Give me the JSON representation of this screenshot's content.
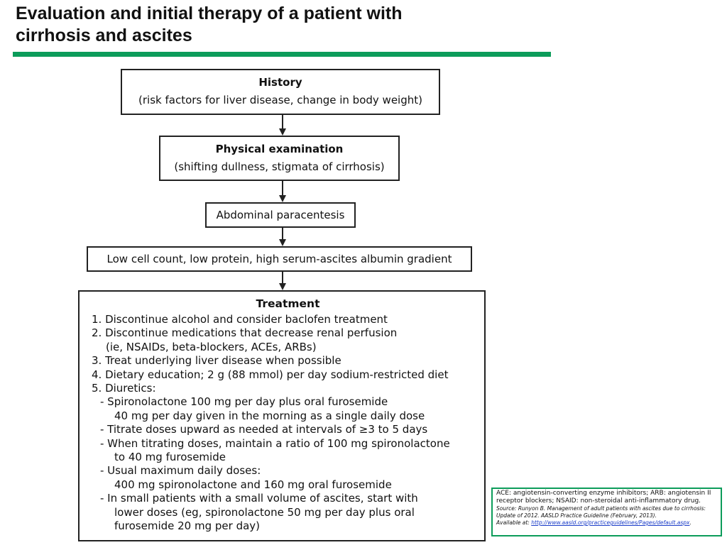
{
  "title": {
    "line1": "Evaluation and initial therapy of a patient with",
    "line2": "cirrhosis and ascites"
  },
  "colors": {
    "accent": "#0c9c5a",
    "link": "#1a3cc8"
  },
  "boxes": {
    "history": {
      "title": "History",
      "subtitle": "(risk factors for liver disease, change in body weight)"
    },
    "physical": {
      "title": "Physical examination",
      "subtitle": "(shifting dullness, stigmata of cirrhosis)"
    },
    "paracentesis": {
      "text": "Abdominal paracentesis"
    },
    "lowcell": {
      "text": "Low cell count, low protein, high serum-ascites albumin gradient"
    },
    "treatment": {
      "title": "Treatment",
      "lines": [
        "1. Discontinue alcohol and consider baclofen treatment",
        "2. Discontinue medications that decrease renal perfusion",
        "(ie, NSAIDs, beta-blockers, ACEs, ARBs)",
        "3. Treat underlying liver disease when possible",
        "4. Dietary education; 2 g (88 mmol) per day sodium-restricted diet",
        "5. Diuretics:",
        "- Spironolactone 100 mg per day plus oral furosemide",
        "40 mg per day given in the morning as a single daily dose",
        "- Titrate doses upward as needed at intervals of ≥3 to 5 days",
        "- When titrating doses, maintain a ratio of 100 mg spironolactone",
        "to 40 mg furosemide",
        "- Usual maximum daily doses:",
        "400 mg spironolactone and 160 mg oral furosemide",
        "- In small patients with a small volume of ascites, start with",
        "lower doses (eg, spironolactone 50 mg per day plus oral",
        "furosemide 20 mg per day)"
      ]
    }
  },
  "footnote": {
    "abbreviations": "ACE: angiotensin-converting enzyme inhibitors; ARB: angiotensin II receptor blockers; NSAID: non-steroidal anti-inflammatory drug.",
    "source": "Source: Runyon B. Management of adult patients with ascites due to cirrhosis: Update of 2012. AASLD Practice Guideline (February, 2013).",
    "available_label": "Available at: ",
    "url": "http://www.aasld.org/practiceguidelines/Pages/default.aspx",
    "after_url": "."
  }
}
